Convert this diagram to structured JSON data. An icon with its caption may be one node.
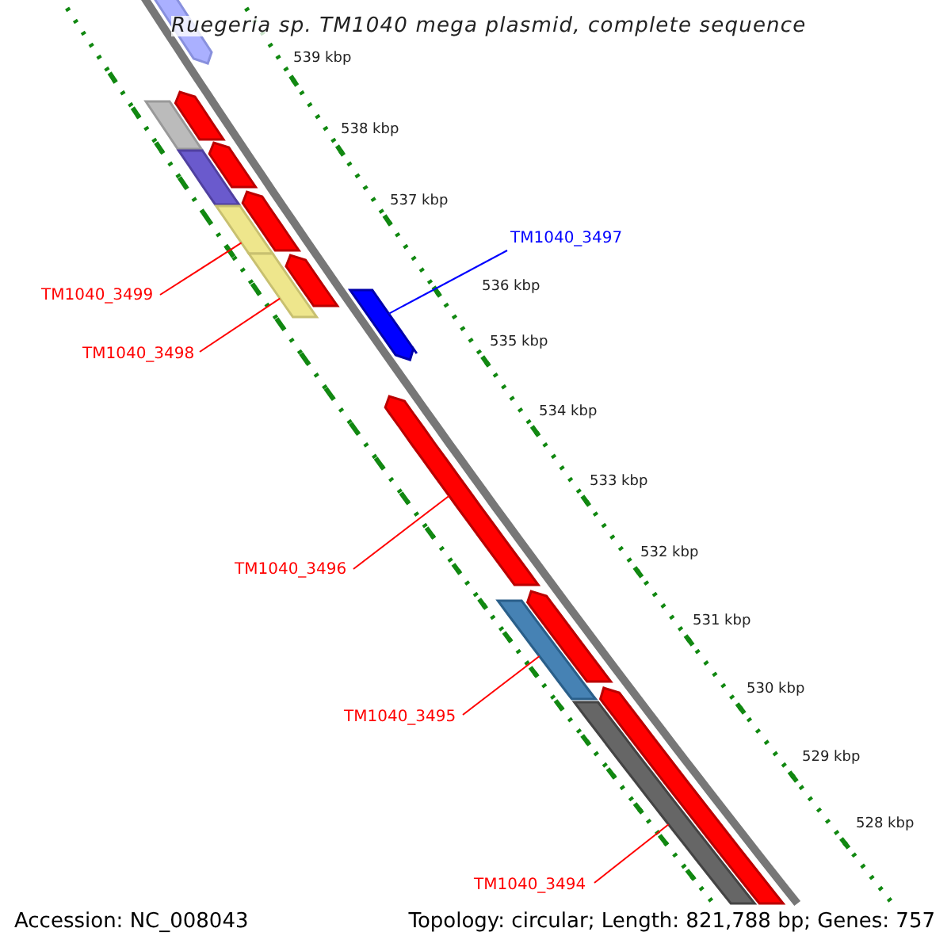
{
  "diagram": {
    "title": "Ruegeria sp. TM1040 mega plasmid, complete sequence",
    "nodes": [
      {
        "text": [
          "TM1040_3497"
        ]
      },
      {
        "text": [
          "TM1040_3499"
        ]
      },
      {
        "text": [
          "TM1040_3498"
        ]
      },
      {
        "text": [
          "TM1040_3496"
        ]
      },
      {
        "text": [
          "TM1040_3495"
        ]
      },
      {
        "text": [
          "TM1040_3494"
        ]
      },
      {
        "text": [],
        "shape": "bar"
      },
      {
        "text": [],
        "shape": "bar"
      },
      {
        "text": [],
        "shape": "bar"
      },
      {
        "text": [],
        "shape": "bar"
      },
      {
        "text": [],
        "shape": "bar"
      },
      {
        "text": [],
        "shape": "bar"
      }
    ],
    "edges": [
      {
        "from": 0,
        "to": 6,
        "arrow": "none",
        "color": "#0000ff"
      },
      {
        "from": 1,
        "to": 7,
        "arrow": "none"
      },
      {
        "from": 2,
        "to": 8,
        "arrow": "none"
      },
      {
        "from": 3,
        "to": 9,
        "arrow": "none"
      },
      {
        "from": 4,
        "to": 10,
        "arrow": "none"
      },
      {
        "from": 5,
        "to": 11,
        "arrow": "none"
      }
    ],
    "labels": [
      "539 kbp",
      "538 kbp",
      "537 kbp",
      "536 kbp",
      "535 kbp",
      "534 kbp",
      "533 kbp",
      "532 kbp",
      "531 kbp",
      "530 kbp",
      "529 kbp",
      "528 kbp",
      "Accession: NC_008043",
      "Topology: circular; Length: 821,788 bp; Genes: 757"
    ]
  }
}
